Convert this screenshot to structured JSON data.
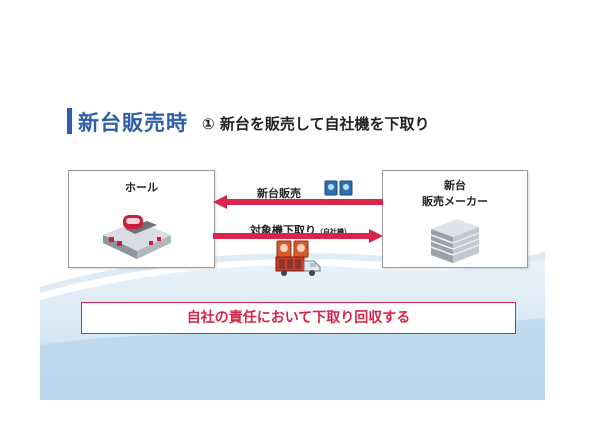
{
  "title": {
    "main": "新台販売時",
    "sub": "① 新台を販売して自社機を下取り"
  },
  "nodes": {
    "hall": "ホール",
    "maker_line1": "新台",
    "maker_line2": "販売メーカー"
  },
  "flows": {
    "to_hall": "新台販売",
    "to_maker": "対象機下取り",
    "to_maker_note": "（自社機）"
  },
  "banner": "自社の責任において下取り回収する",
  "colors": {
    "title": "#2f5ea8",
    "accent": "#d7264b",
    "wave": "#bcd8ee"
  },
  "icons": [
    "hall-building-icon",
    "office-building-icon",
    "pachinko-machine-icon",
    "delivery-truck-icon"
  ]
}
